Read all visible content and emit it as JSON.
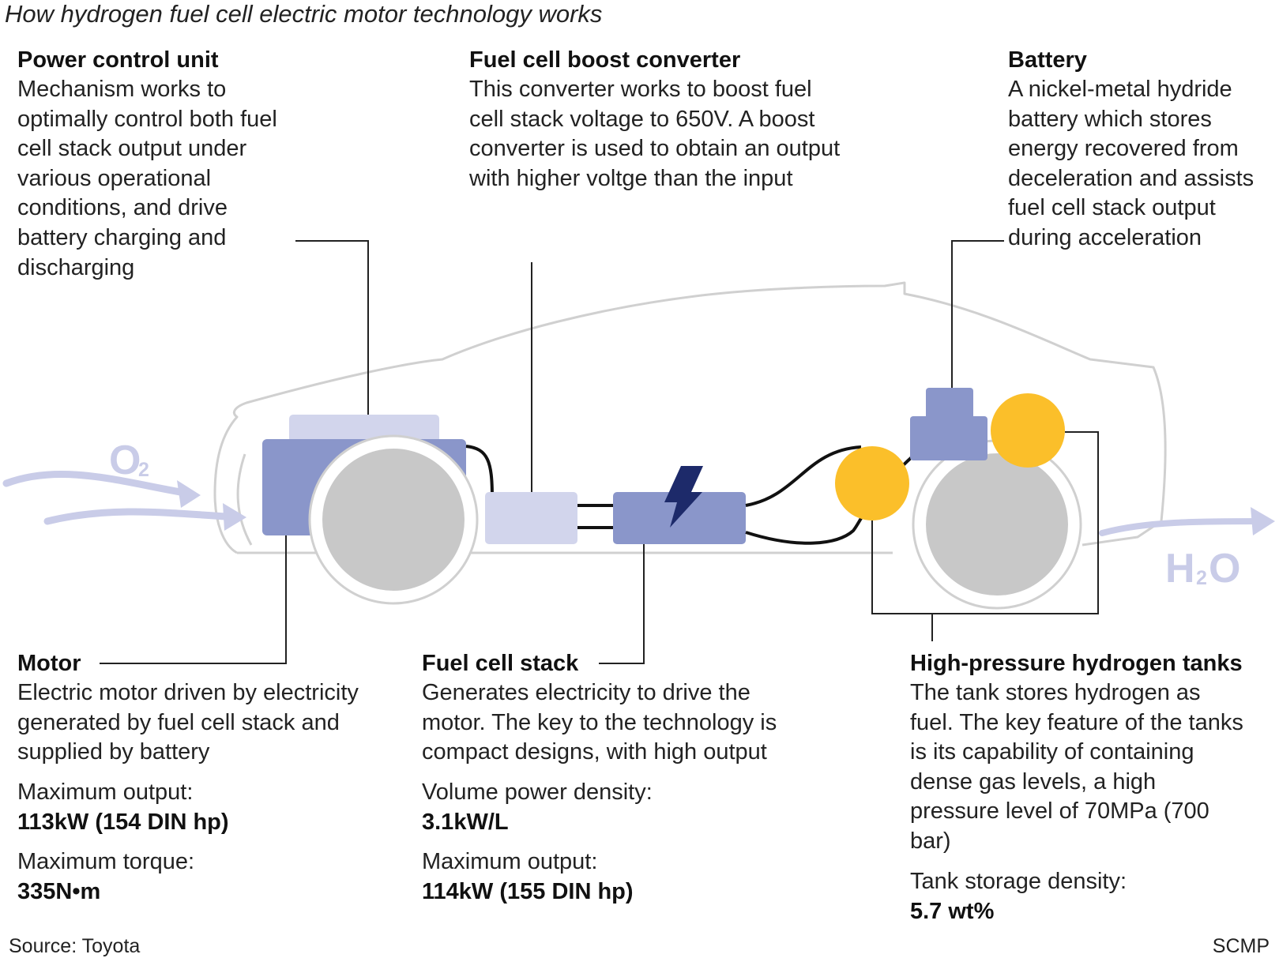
{
  "title": "How hydrogen fuel cell electric motor technology works",
  "colors": {
    "component_blue": "#8a96ca",
    "component_light": "#d2d5ec",
    "tank_yellow": "#fbbf2a",
    "wheel_gray": "#c8c8c8",
    "car_outline": "#d0d0d0",
    "arrow_lavender": "#c9cce8"
  },
  "labels": {
    "o2": "O",
    "o2_sub": "2",
    "h2o_h": "H",
    "h2o_sub": "2",
    "h2o_o": "O",
    "lightning_icon": "lightning-bolt-icon"
  },
  "power_control_unit": {
    "heading": "Power control unit",
    "body": "Mechanism works to optimally control both fuel cell stack output under various operational conditions, and drive battery charging and discharging"
  },
  "boost_converter": {
    "heading": "Fuel cell boost converter",
    "body": "This converter works to boost fuel cell stack voltage to 650V. A boost converter is used to obtain an output with higher voltge than the input"
  },
  "battery": {
    "heading": "Battery",
    "body": "A nickel-metal hydride battery which stores energy recovered from deceleration and assists fuel cell stack output during acceleration"
  },
  "motor": {
    "heading": "Motor",
    "body": "Electric motor driven by electricity generated by fuel cell stack and supplied by battery",
    "spec1_label": "Maximum output:",
    "spec1_value": "113kW (154 DIN hp)",
    "spec2_label": "Maximum torque:",
    "spec2_value": "335N•m"
  },
  "fuel_cell_stack": {
    "heading": "Fuel cell stack",
    "body": "Generates electricity to drive the motor. The key to the technology is compact designs, with high output",
    "spec1_label": "Volume power density:",
    "spec1_value": "3.1kW/L",
    "spec2_label": "Maximum output:",
    "spec2_value": "114kW (155 DIN hp)"
  },
  "hydrogen_tanks": {
    "heading": "High-pressure hydrogen tanks",
    "body": "The tank stores hydrogen as fuel. The key feature of the tanks is its capability of containing dense gas levels, a high pressure level of 70MPa (700 bar)",
    "spec1_label": "Tank storage density:",
    "spec1_value": "5.7 wt%"
  },
  "footer": {
    "source": "Source: Toyota",
    "credit": "SCMP"
  }
}
